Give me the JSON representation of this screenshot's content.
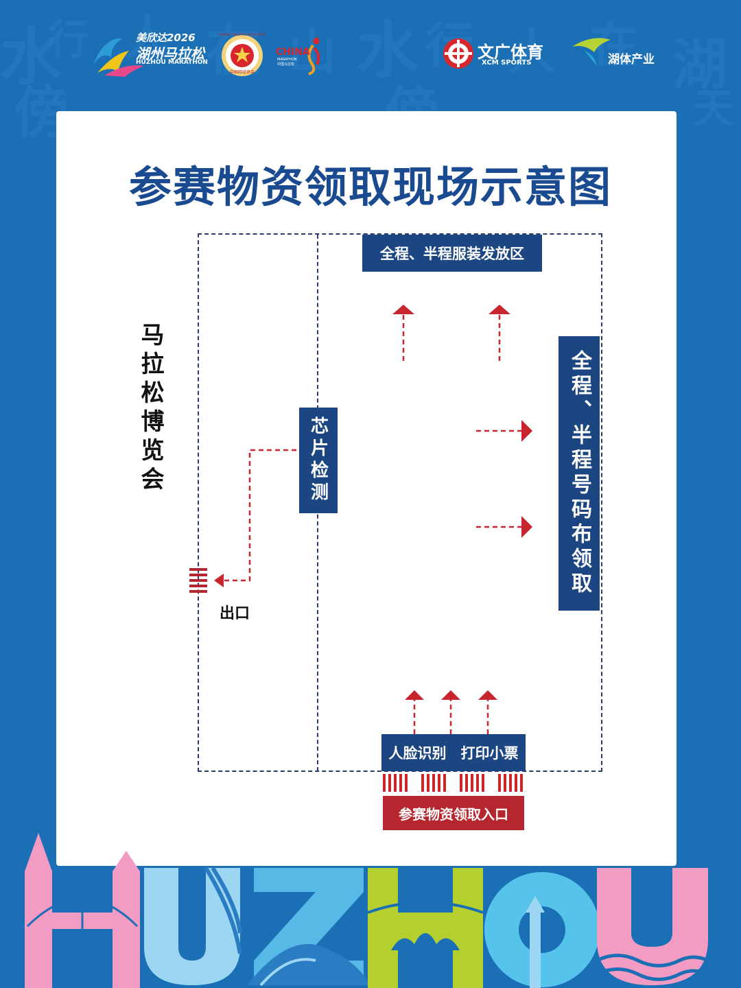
{
  "header": {
    "huzhou_marathon_logo": {
      "line1": "美欣达2026",
      "line2": "湖州马拉松",
      "line3": "HUZHOU MARATHON"
    },
    "cathletics_logo": {
      "arc_text": "CHINESE ATHLETICS ASSOCIATION",
      "bottom_text": "中国田径协会"
    },
    "china_marathon_logo": {
      "text": "CHINA",
      "sub1": "MARATHON",
      "sub2": "中国马拉松"
    },
    "xcm_logo": {
      "cn": "文广体育",
      "en": "XCM SPORTS"
    },
    "hu_ti_logo": {
      "cn": "湖体产业"
    }
  },
  "title": "参赛物资领取现场示意图",
  "diagram": {
    "apparel_zone": "全程、半程服装发放区",
    "bib_zone": "全程、半程号码布领取",
    "chip_check": "芯片检测",
    "expo": "马拉松博览会",
    "exit": "出口",
    "face_recognition": "人脸识别",
    "print_ticket": "打印小票",
    "entrance": "参赛物资领取入口"
  },
  "footer_art": {
    "letters": [
      "H",
      "U",
      "Z",
      "H",
      "O",
      "U"
    ]
  },
  "colors": {
    "background": "#1a6fb5",
    "navy": "#1c4681",
    "red": "#b6262e",
    "title": "#1a4a8f"
  }
}
